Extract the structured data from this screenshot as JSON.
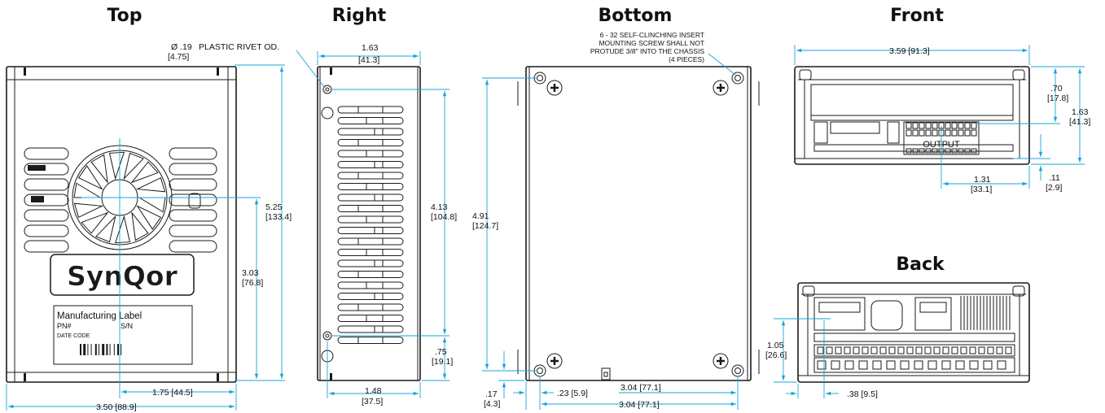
{
  "views": {
    "top": {
      "title": "Top",
      "rivet_dia": "Ø .19",
      "rivet_dia_mm": "[4.75]",
      "rivet_note": "PLASTIC RIVET OD.",
      "logo": "SynQor",
      "label_title": "Manufacturing Label",
      "label_pn": "PN#",
      "label_sn": "S/N",
      "label_date": "DATE CODE",
      "height": "5.25",
      "height_mm": "[133.4]",
      "center_y": "3.03",
      "center_y_mm": "[76.8]",
      "center_x": "1.75 [44.5]",
      "width": "3.50 [88.9]"
    },
    "right": {
      "title": "Right",
      "width": "1.63",
      "width_mm": "[41.3]",
      "hole_span": "4.13",
      "hole_span_mm": "[104.8]",
      "hole_bottom": ".75",
      "hole_bottom_mm": "[19.1]",
      "hole_x": "1.48",
      "hole_x_mm": "[37.5]"
    },
    "bottom": {
      "title": "Bottom",
      "note_line1": "6 - 32 SELF-CLINCHING INSERT",
      "note_line2": "MOUNTING SCREW SHALL NOT",
      "note_line3": "PROTUDE 3/8\" INTO THE CHASSIS",
      "note_line4": "(4 PIECES)",
      "hole_span": "4.91",
      "hole_span_mm": "[124.7]",
      "bottom_offset": ".17",
      "bottom_offset_mm": "[4.3]",
      "left_offset": ".23 [5.9]",
      "hole_x_span": "3.04 [77.1]",
      "hole_x_span_2": "3.04 [77.1]"
    },
    "front": {
      "title": "Front",
      "width": "3.59 [91.3]",
      "top_offset": ".70",
      "top_offset_mm": "[17.8]",
      "height": "1.63",
      "height_mm": "[41.3]",
      "output_label": "OUTPUT",
      "output_x": "1.31",
      "output_x_mm": "[33.1]",
      "output_base": ".11",
      "output_base_mm": "[2.9]"
    },
    "back": {
      "title": "Back",
      "height": "1.05",
      "height_mm": "[26.6]",
      "offset": ".38 [9.5]"
    }
  },
  "colors": {
    "dimension": "#1aa3d9",
    "outline": "#1a1a1a",
    "background": "#ffffff"
  }
}
